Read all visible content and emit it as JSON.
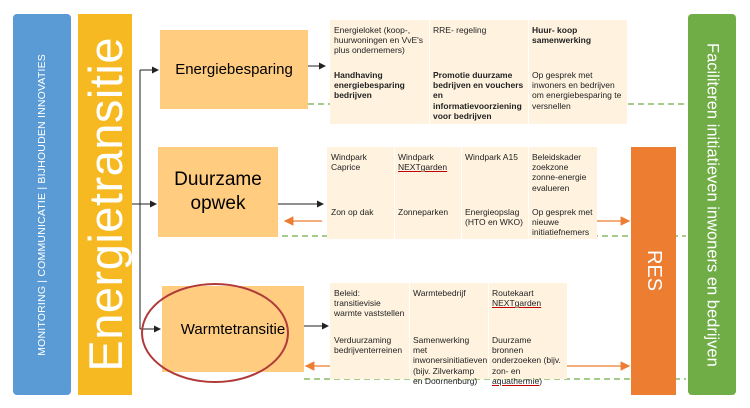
{
  "left_bars": {
    "monitoring": "MONITORING | COMMUNICATIE | BIJHOUDEN INNOVATIES",
    "energietransitie": "Energietransitie"
  },
  "right_bars": {
    "res": "RES",
    "faciliteren": "Faciliteren initiatieven inwoners en bedrijven"
  },
  "categories": {
    "energiebesparing": "Energiebesparing",
    "duurzame_line1": "Duurzame",
    "duurzame_line2": "opwek",
    "warmtetransitie": "Warmtetransitie"
  },
  "energiebesparing_items": {
    "r1c1": "Energieloket (koop-, huurwoningen en VvE's plus ondernemers)",
    "r1c2": "RRE- regeling",
    "r1c3": "Huur- koop samenwerking",
    "r2c1": "Handhaving energiebesparing bedrijven",
    "r2c2": "Promotie duurzame bedrijven en vouchers en informatievoorziening voor bedrijven",
    "r2c3": "Op gesprek met inwoners en bedrijven om energiebesparing te versnellen"
  },
  "duurzame_items": {
    "r1c1": "Windpark Caprice",
    "r1c2a": "Windpark",
    "r1c2b": "NEXTgarden",
    "r1c3": "Windpark A15",
    "r1c4": "Beleidskader zoekzone zonne-energie evalueren",
    "r2c1": "Zon op dak",
    "r2c2": "Zonneparken",
    "r2c3": "Energieopslag (HTO en WKO)",
    "r2c4": "Op gesprek met nieuwe initiatiefnemers"
  },
  "warmte_items": {
    "r1c1": "Beleid: transitievisie warmte vaststellen",
    "r1c2": "Warmtebedrijf",
    "r1c3a": "Routekaart",
    "r1c3b": "NEXTgarden",
    "r2c1": "Verduurzaming bedrijventerreinen",
    "r2c2": "Samenwerking met inwonersinitiatieven (bijv. Zilverkamp en Doornenburg)",
    "r2c3a": "Duurzame bronnen onderzoeken (bijv. zon- en",
    "r2c3b": "aquathermie",
    "r2c3c": ")"
  },
  "colors": {
    "blue": "#5b9bd5",
    "yellow": "#f6b921",
    "orange": "#ed7d31",
    "green": "#70ad47",
    "category_fill": "#ffcc80",
    "panel_fill": "#fff3e0",
    "ellipse": "#b03a3a"
  }
}
